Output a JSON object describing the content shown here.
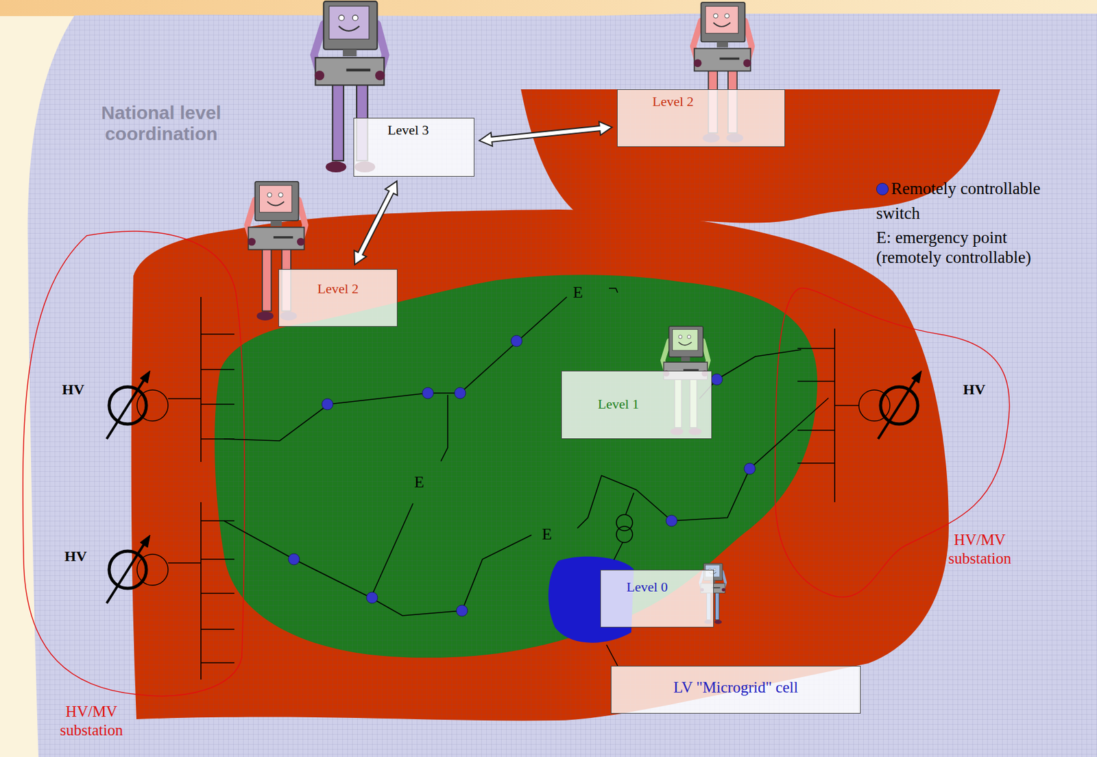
{
  "diagram": {
    "nodes": [
      {
        "text": [
          "National level coordination"
        ]
      },
      {
        "text": [
          "Level 3"
        ],
        "in": 0
      },
      {
        "text": [
          "Level 2"
        ],
        "in": 0
      },
      {
        "text": [
          "Level 2"
        ],
        "in": 0
      },
      {
        "text": [
          "Level 1"
        ],
        "in": 0
      },
      {
        "text": [
          "Level 0"
        ],
        "in": 0
      },
      {
        "text": [
          "LV \"Microgrid\" cell"
        ],
        "in": 0
      }
    ],
    "edges": [
      {
        "from": 1,
        "to": 2,
        "arrow": "both"
      },
      {
        "from": 1,
        "to": 3,
        "arrow": "both"
      }
    ],
    "labels": [
      "HV",
      "HV",
      "HV",
      "E",
      "E",
      "E",
      "HV/MV substation",
      "HV/MV substation",
      "E: emergency point (remotely controllable)"
    ],
    "legend": [
      {
        "text": "Remotely controllable switch",
        "color": "#3333cc"
      }
    ]
  }
}
